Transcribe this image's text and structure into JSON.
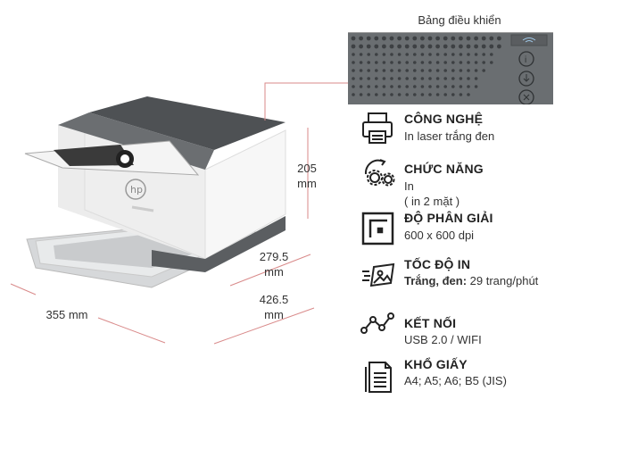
{
  "dimensions": {
    "height_value": "205",
    "height_unit": "mm",
    "depth_value": "279.5",
    "depth_unit": "mm",
    "depth2_value": "426.5",
    "depth2_unit": "mm",
    "width_label": "355 mm"
  },
  "control_panel": {
    "title": "Bảng điều khiển"
  },
  "specs": {
    "technology": {
      "icon": "printer-icon",
      "title": "CÔNG NGHỆ",
      "line1": "In laser trắng đen"
    },
    "function": {
      "icon": "gears-icon",
      "title": "CHỨC NĂNG",
      "line1": "In",
      "line2": "( in 2 mặt )"
    },
    "resolution": {
      "icon": "resolution-icon",
      "title": "ĐỘ PHÂN GIẢI",
      "line1": "600 x 600 dpi"
    },
    "speed": {
      "icon": "fast-print-icon",
      "title": "TỐC ĐỘ IN",
      "line1_bold": "Trắng, đen:",
      "line1_rest": " 29 trang/phút"
    },
    "connectivity": {
      "icon": "network-icon",
      "title": "KẾT NỐI",
      "line1": "USB 2.0 / WIFI"
    },
    "paper": {
      "icon": "paper-icon",
      "title": "KHỔ GIẤY",
      "line1": "A4; A5; A6; B5 (JIS)"
    }
  },
  "colors": {
    "accent_line": "#d98a8a",
    "panel": "#6a6e71"
  }
}
